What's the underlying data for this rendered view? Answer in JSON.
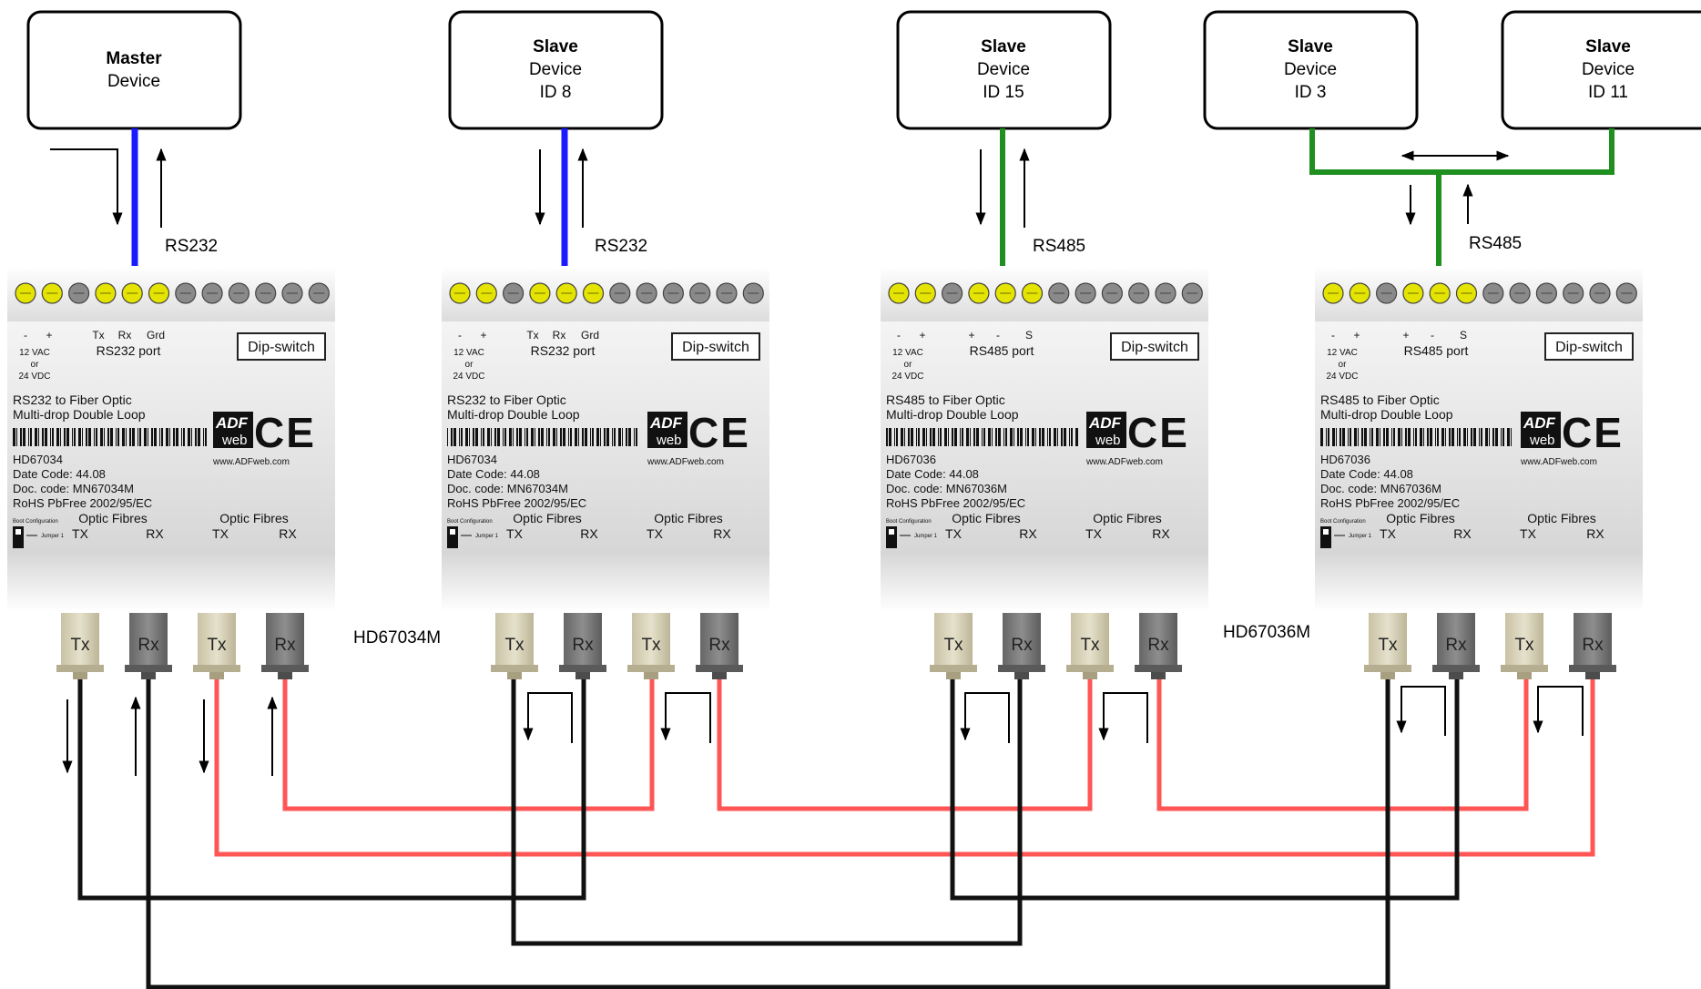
{
  "colors": {
    "rs232_wire": "#1a1aff",
    "rs485_wire": "#1f8f1f",
    "fiber_red": "#ff5555",
    "fiber_black": "#111111",
    "terminal_yellow": "#e4e400",
    "terminal_gray": "#8a8a8a",
    "connector_tx": "#d8d2b8",
    "connector_rx": "#7c7c7c"
  },
  "devices": [
    {
      "bold": "Master",
      "line2": "Device",
      "line3": ""
    },
    {
      "bold": "Slave",
      "line2": "Device",
      "line3": "ID 8"
    },
    {
      "bold": "Slave",
      "line2": "Device",
      "line3": "ID 15"
    },
    {
      "bold": "Slave",
      "line2": "Device",
      "line3": "ID 3"
    },
    {
      "bold": "Slave",
      "line2": "Device",
      "line3": "ID 11"
    }
  ],
  "bus_labels": [
    "RS232",
    "RS232",
    "RS485",
    "RS485"
  ],
  "model_labels": [
    "HD67034M",
    "HD67036M"
  ],
  "modules": [
    {
      "terminals": [
        "-",
        "+",
        "Tx",
        "Rx",
        "Grd"
      ],
      "supply": [
        "12 VAC",
        "or",
        "24 VDC"
      ],
      "port": "RS232 port",
      "dip": "Dip-switch",
      "desc1": "RS232 to Fiber Optic",
      "desc2": "Multi-drop   Double Loop",
      "code": "HD67034",
      "date": "Date Code: 44.08",
      "doc": "Doc. code:  MN67034M",
      "rohs": "RoHS PbFree 2002/95/EC",
      "www": "www.ADFweb.com",
      "logo1": "ADF",
      "logo2": "web",
      "ce": "CE",
      "boot": "Boot Configuration",
      "jumper": "Jumper 1",
      "optic1": "Optic Fibres",
      "optic2": "Optic Fibres",
      "tx": "TX",
      "rx": "RX",
      "ports": [
        "Tx",
        "Rx",
        "Tx",
        "Rx"
      ]
    },
    {
      "terminals": [
        "-",
        "+",
        "Tx",
        "Rx",
        "Grd"
      ],
      "supply": [
        "12 VAC",
        "or",
        "24 VDC"
      ],
      "port": "RS232 port",
      "dip": "Dip-switch",
      "desc1": "RS232 to Fiber Optic",
      "desc2": "Multi-drop   Double Loop",
      "code": "HD67034",
      "date": "Date Code: 44.08",
      "doc": "Doc. code:  MN67034M",
      "rohs": "RoHS PbFree 2002/95/EC",
      "www": "www.ADFweb.com",
      "logo1": "ADF",
      "logo2": "web",
      "ce": "CE",
      "boot": "Boot Configuration",
      "jumper": "Jumper 1",
      "optic1": "Optic Fibres",
      "optic2": "Optic Fibres",
      "tx": "TX",
      "rx": "RX",
      "ports": [
        "Tx",
        "Rx",
        "Tx",
        "Rx"
      ]
    },
    {
      "terminals": [
        "-",
        "+",
        "+",
        "-",
        "S"
      ],
      "supply": [
        "12 VAC",
        "or",
        "24 VDC"
      ],
      "port": "RS485 port",
      "dip": "Dip-switch",
      "desc1": "RS485 to Fiber Optic",
      "desc2": "Multi-drop   Double Loop",
      "code": "HD67036",
      "date": "Date Code: 44.08",
      "doc": "Doc. code:  MN67036M",
      "rohs": "RoHS PbFree 2002/95/EC",
      "www": "www.ADFweb.com",
      "logo1": "ADF",
      "logo2": "web",
      "ce": "CE",
      "boot": "Boot Configuration",
      "jumper": "Jumper 1",
      "optic1": "Optic Fibres",
      "optic2": "Optic Fibres",
      "tx": "TX",
      "rx": "RX",
      "ports": [
        "Tx",
        "Rx",
        "Tx",
        "Rx"
      ]
    },
    {
      "terminals": [
        "-",
        "+",
        "+",
        "-",
        "S"
      ],
      "supply": [
        "12 VAC",
        "or",
        "24 VDC"
      ],
      "port": "RS485 port",
      "dip": "Dip-switch",
      "desc1": "RS485 to Fiber Optic",
      "desc2": "Multi-drop   Double Loop",
      "code": "HD67036",
      "date": "Date Code: 44.08",
      "doc": "Doc. code:  MN67036M",
      "rohs": "RoHS PbFree 2002/95/EC",
      "www": "www.ADFweb.com",
      "logo1": "ADF",
      "logo2": "web",
      "ce": "CE",
      "boot": "Boot Configuration",
      "jumper": "Jumper 1",
      "optic1": "Optic Fibres",
      "optic2": "Optic Fibres",
      "tx": "TX",
      "rx": "RX",
      "ports": [
        "Tx",
        "Rx",
        "Tx",
        "Rx"
      ]
    }
  ]
}
